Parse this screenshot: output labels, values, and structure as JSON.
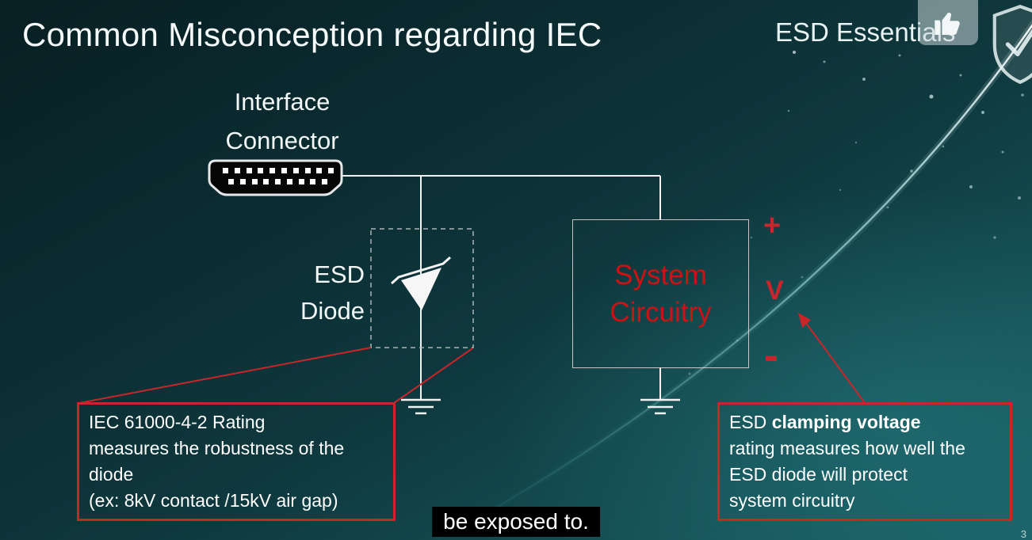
{
  "header": {
    "title": "Common Misconception regarding IEC",
    "brand": "ESD Essentials"
  },
  "diagram": {
    "connector_label": {
      "line1": "Interface",
      "line2": "Connector"
    },
    "diode_label": {
      "line1": "ESD",
      "line2": "Diode"
    },
    "system_box": {
      "line1": "System",
      "line2": "Circuitry"
    },
    "voltage": {
      "plus": "+",
      "label": "V",
      "minus": "-"
    }
  },
  "callout_left": {
    "line1": "IEC 61000-4-2 Rating",
    "line2": "measures the robustness of the",
    "line3": "diode",
    "line4": "(ex: 8kV contact /15kV air gap)"
  },
  "callout_right": {
    "line1_normal": "ESD ",
    "line1_bold": "clamping voltage",
    "line2": "rating measures how well the",
    "line3": "ESD diode will protect",
    "line4": "system circuitry"
  },
  "caption": "be exposed to.",
  "page_number": "3",
  "icons": {
    "like": "thumbs-up",
    "brand_badge": "shield-check"
  },
  "colors": {
    "accent_red": "#c9252b",
    "system_text_red": "#cc1212",
    "wire": "#f2f2f2"
  }
}
